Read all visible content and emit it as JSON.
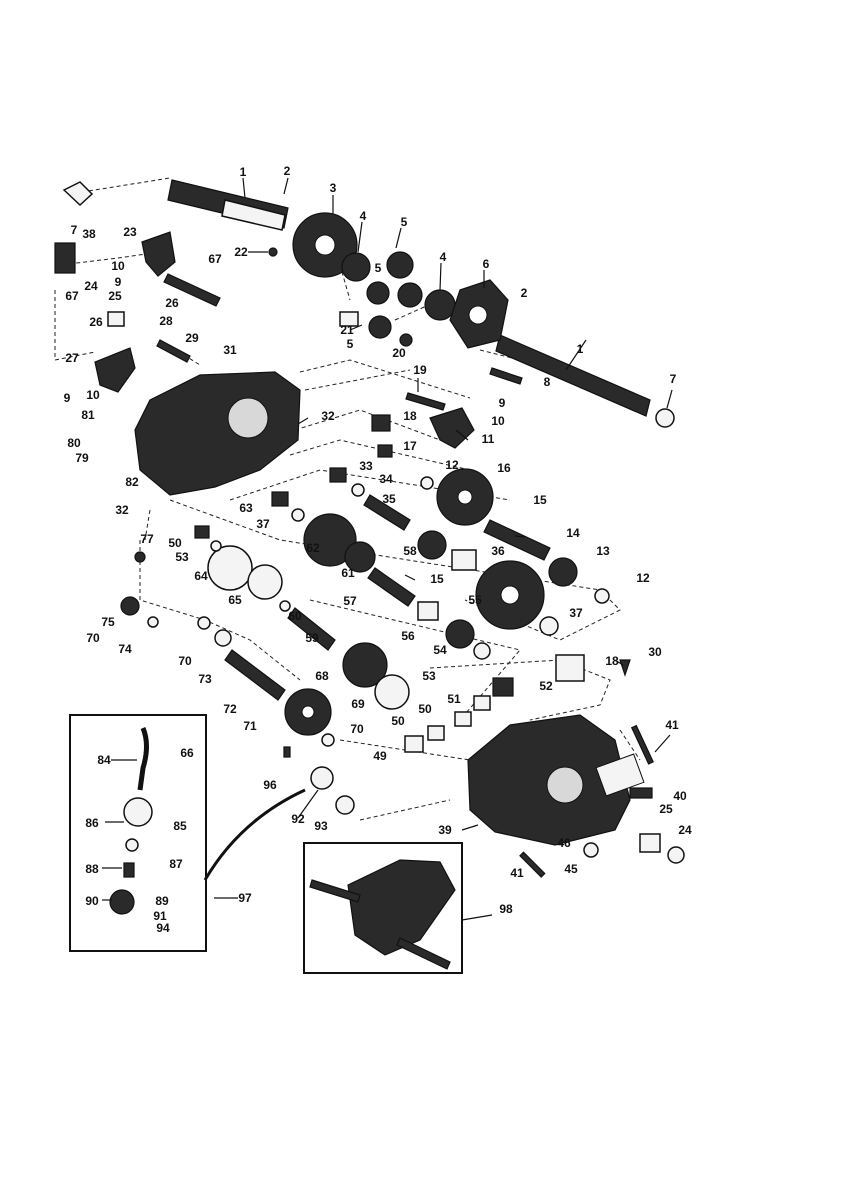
{
  "callouts": [
    {
      "id": "c1a",
      "text": "1"
    },
    {
      "id": "c2a",
      "text": "2"
    },
    {
      "id": "c3",
      "text": "3"
    },
    {
      "id": "c4a",
      "text": "4"
    },
    {
      "id": "c5a",
      "text": "5"
    },
    {
      "id": "c5b",
      "text": "5"
    },
    {
      "id": "c4b",
      "text": "4"
    },
    {
      "id": "c6",
      "text": "6"
    },
    {
      "id": "c2b",
      "text": "2"
    },
    {
      "id": "c1b",
      "text": "1"
    },
    {
      "id": "c7a",
      "text": "7"
    },
    {
      "id": "c7b",
      "text": "7"
    },
    {
      "id": "c38",
      "text": "38"
    },
    {
      "id": "c23",
      "text": "23"
    },
    {
      "id": "c22",
      "text": "22"
    },
    {
      "id": "c67a",
      "text": "67"
    },
    {
      "id": "c10a",
      "text": "10"
    },
    {
      "id": "c9a",
      "text": "9"
    },
    {
      "id": "c67b",
      "text": "67"
    },
    {
      "id": "c24a",
      "text": "24"
    },
    {
      "id": "c25a",
      "text": "25"
    },
    {
      "id": "c26a",
      "text": "26"
    },
    {
      "id": "c26b",
      "text": "26"
    },
    {
      "id": "c28",
      "text": "28"
    },
    {
      "id": "c29",
      "text": "29"
    },
    {
      "id": "c21",
      "text": "21"
    },
    {
      "id": "c5c",
      "text": "5"
    },
    {
      "id": "c20",
      "text": "20"
    },
    {
      "id": "c8",
      "text": "8"
    },
    {
      "id": "c27",
      "text": "27"
    },
    {
      "id": "c31",
      "text": "31"
    },
    {
      "id": "c19",
      "text": "19"
    },
    {
      "id": "c9b",
      "text": "9"
    },
    {
      "id": "c10b",
      "text": "10"
    },
    {
      "id": "c9c",
      "text": "9"
    },
    {
      "id": "c10c",
      "text": "10"
    },
    {
      "id": "c81",
      "text": "81"
    },
    {
      "id": "c32a",
      "text": "32"
    },
    {
      "id": "c18a",
      "text": "18"
    },
    {
      "id": "c11",
      "text": "11"
    },
    {
      "id": "c80",
      "text": "80"
    },
    {
      "id": "c79",
      "text": "79"
    },
    {
      "id": "c17",
      "text": "17"
    },
    {
      "id": "c33",
      "text": "33"
    },
    {
      "id": "c12a",
      "text": "12"
    },
    {
      "id": "c16",
      "text": "16"
    },
    {
      "id": "c34",
      "text": "34"
    },
    {
      "id": "c82",
      "text": "82"
    },
    {
      "id": "c35",
      "text": "35"
    },
    {
      "id": "c15a",
      "text": "15"
    },
    {
      "id": "c32b",
      "text": "32"
    },
    {
      "id": "c63",
      "text": "63"
    },
    {
      "id": "c37a",
      "text": "37"
    },
    {
      "id": "c14",
      "text": "14"
    },
    {
      "id": "c50a",
      "text": "50"
    },
    {
      "id": "c77",
      "text": "77"
    },
    {
      "id": "c62",
      "text": "62"
    },
    {
      "id": "c58",
      "text": "58"
    },
    {
      "id": "c36",
      "text": "36"
    },
    {
      "id": "c13",
      "text": "13"
    },
    {
      "id": "c53a",
      "text": "53"
    },
    {
      "id": "c61",
      "text": "61"
    },
    {
      "id": "c64",
      "text": "64"
    },
    {
      "id": "c15b",
      "text": "15"
    },
    {
      "id": "c12b",
      "text": "12"
    },
    {
      "id": "c65",
      "text": "65"
    },
    {
      "id": "c60",
      "text": "60"
    },
    {
      "id": "c57",
      "text": "57"
    },
    {
      "id": "c55",
      "text": "55"
    },
    {
      "id": "c59",
      "text": "59"
    },
    {
      "id": "c37b",
      "text": "37"
    },
    {
      "id": "c75",
      "text": "75"
    },
    {
      "id": "c56",
      "text": "56"
    },
    {
      "id": "c70a",
      "text": "70"
    },
    {
      "id": "c74",
      "text": "74"
    },
    {
      "id": "c54",
      "text": "54"
    },
    {
      "id": "c70b",
      "text": "70"
    },
    {
      "id": "c18b",
      "text": "18"
    },
    {
      "id": "c30",
      "text": "30"
    },
    {
      "id": "c73",
      "text": "73"
    },
    {
      "id": "c68",
      "text": "68"
    },
    {
      "id": "c53b",
      "text": "53"
    },
    {
      "id": "c52",
      "text": "52"
    },
    {
      "id": "c72",
      "text": "72"
    },
    {
      "id": "c69",
      "text": "69"
    },
    {
      "id": "c51",
      "text": "51"
    },
    {
      "id": "c50b",
      "text": "50"
    },
    {
      "id": "c71",
      "text": "71"
    },
    {
      "id": "c50c",
      "text": "50"
    },
    {
      "id": "c70c",
      "text": "70"
    },
    {
      "id": "c41a",
      "text": "41"
    },
    {
      "id": "c84",
      "text": "84"
    },
    {
      "id": "c66",
      "text": "66"
    },
    {
      "id": "c49",
      "text": "49"
    },
    {
      "id": "c96",
      "text": "96"
    },
    {
      "id": "c40",
      "text": "40"
    },
    {
      "id": "c86",
      "text": "86"
    },
    {
      "id": "c85",
      "text": "85"
    },
    {
      "id": "c92",
      "text": "92"
    },
    {
      "id": "c93",
      "text": "93"
    },
    {
      "id": "c25b",
      "text": "25"
    },
    {
      "id": "c24b",
      "text": "24"
    },
    {
      "id": "c39",
      "text": "39"
    },
    {
      "id": "c46",
      "text": "46"
    },
    {
      "id": "c87",
      "text": "87"
    },
    {
      "id": "c88",
      "text": "88"
    },
    {
      "id": "c41b",
      "text": "41"
    },
    {
      "id": "c45",
      "text": "45"
    },
    {
      "id": "c89",
      "text": "89"
    },
    {
      "id": "c90",
      "text": "90"
    },
    {
      "id": "c97",
      "text": "97"
    },
    {
      "id": "c98",
      "text": "98"
    },
    {
      "id": "c91",
      "text": "91"
    },
    {
      "id": "c94",
      "text": "94"
    }
  ]
}
